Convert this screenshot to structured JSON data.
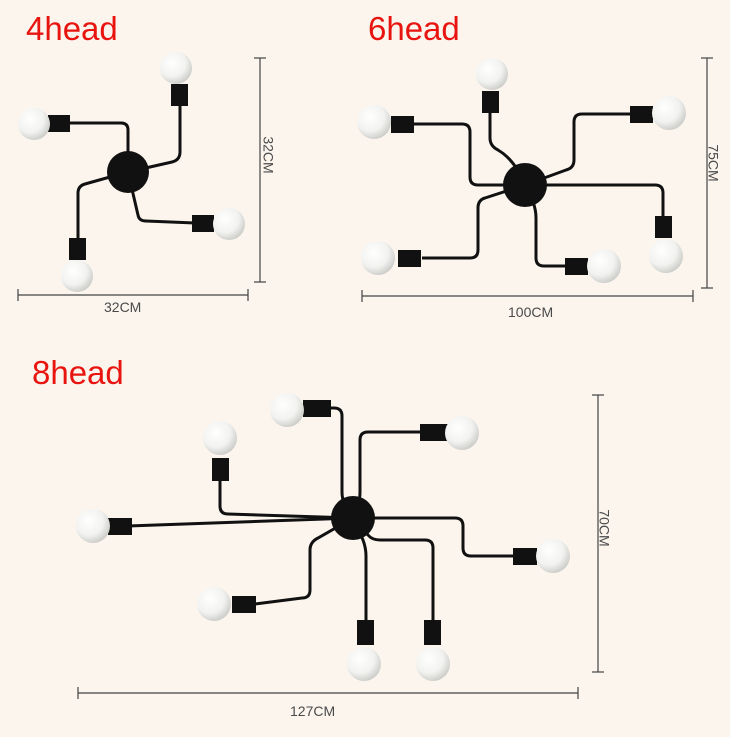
{
  "colors": {
    "background": "#fbf5ee",
    "title": "#e8140f",
    "fixture": "#111111",
    "bulb": "#f4f4f2",
    "dimension_line": "#444444"
  },
  "fixtures": [
    {
      "title": "4head",
      "width_label": "32CM",
      "height_label": "32CM",
      "bulb_count": 4
    },
    {
      "title": "6head",
      "width_label": "100CM",
      "height_label": "75CM",
      "bulb_count": 6
    },
    {
      "title": "8head",
      "width_label": "127CM",
      "height_label": "70CM",
      "bulb_count": 8
    }
  ]
}
